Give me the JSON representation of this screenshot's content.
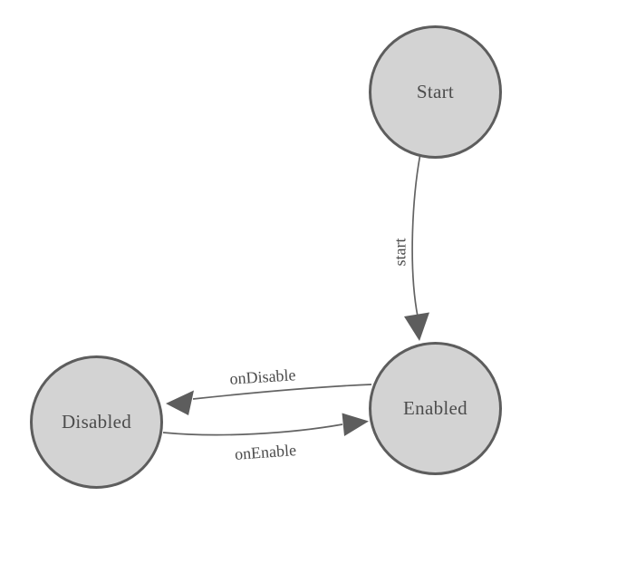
{
  "diagram": {
    "type": "state-machine",
    "colors": {
      "node_fill": "#d3d3d3",
      "node_border": "#5d5d5d",
      "edge": "#636363",
      "arrow": "#5d5d5d",
      "text": "#4c4c4c",
      "background": "#ffffff"
    },
    "nodes": [
      {
        "id": "start",
        "label": "Start"
      },
      {
        "id": "enabled",
        "label": "Enabled"
      },
      {
        "id": "disabled",
        "label": "Disabled"
      }
    ],
    "edges": [
      {
        "from": "start",
        "to": "enabled",
        "label": "start"
      },
      {
        "from": "enabled",
        "to": "disabled",
        "label": "onDisable"
      },
      {
        "from": "disabled",
        "to": "enabled",
        "label": "onEnable"
      }
    ]
  }
}
